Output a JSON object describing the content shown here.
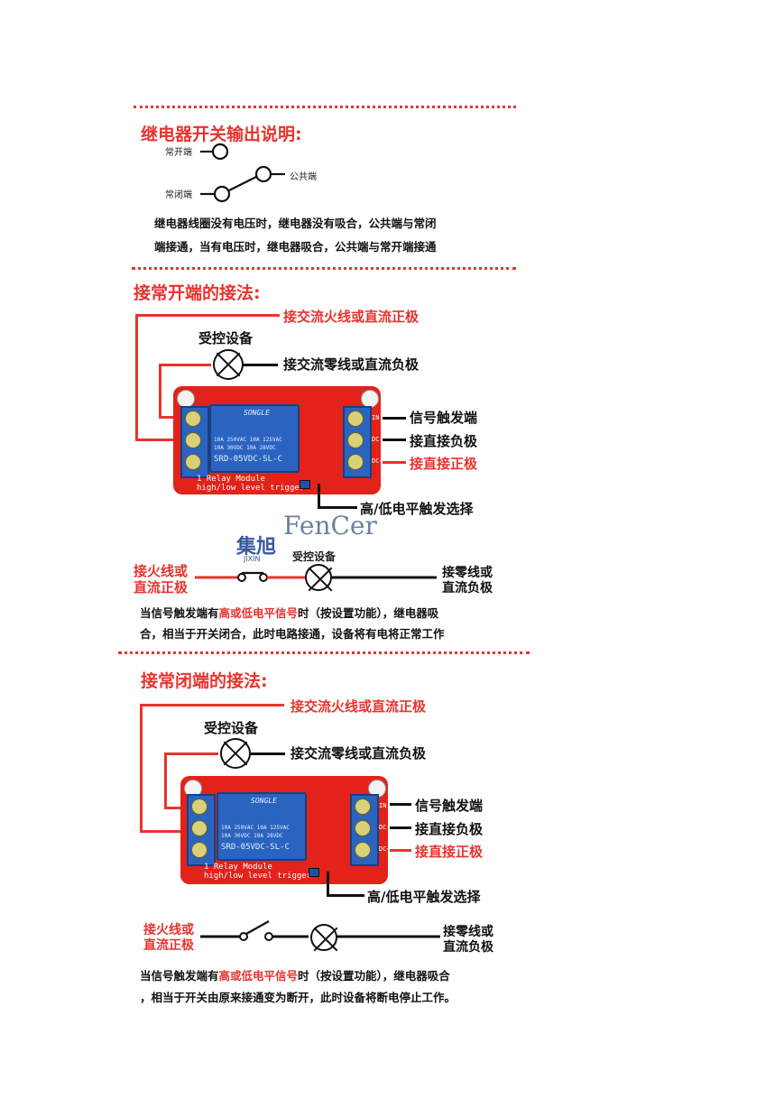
{
  "section1": {
    "title": "继电器开关输出说明:",
    "no_label": "常开端",
    "nc_label": "常闭端",
    "com_label": "公共端",
    "para_line1": "继电器线圈没有电压时，继电器没有吸合，公共端与常闭",
    "para_line2": "端接通，当有电压时，继电器吸合，公共端与常开端接通"
  },
  "section2": {
    "title": "接常开端的接法:",
    "wire_live": "接交流火线或直流正极",
    "device": "受控设备",
    "wire_neutral": "接交流零线或直流负极",
    "signal": "信号触发端",
    "negative": "接直接负极",
    "positive": "接直接正极",
    "jumper": "高/低电平触发选择",
    "circuit_device": "受控设备",
    "left_line1": "接火线或",
    "left_line2": "直流正极",
    "right_line1": "接零线或",
    "right_line2": "直流负极",
    "para_pre": "当信号触发端有",
    "para_hl": "高或低电平信号",
    "para_post": "时（按设置功能），继电器吸",
    "para_line2": "合，相当于开关闭合，此时电路接通，设备将有电将正常工作"
  },
  "section3": {
    "title": "接常闭端的接法:",
    "wire_live": "接交流火线或直流正极",
    "device": "受控设备",
    "wire_neutral": "接交流零线或直流负极",
    "signal": "信号触发端",
    "negative": "接直接负极",
    "positive": "接直接正极",
    "jumper": "高/低电平触发选择",
    "left_line1": "接火线或",
    "left_line2": "直流正极",
    "right_line1": "接零线或",
    "right_line2": "直流负极",
    "para_pre": "当信号触发端有",
    "para_hl": "高或低电平信号",
    "para_post": "时（按设置功能），继电器吸合",
    "para_line2": "，相当于开关由原来接通变为断开，此时设备将断电停止工作。"
  },
  "board": {
    "relay_brand": "SONGLE",
    "relay_spec1": "10A 250VAC  10A 125VAC",
    "relay_spec2": "10A  30VDC  10A  28VDC",
    "relay_model": "SRD-05VDC-SL-C",
    "silk1": "1 Relay  Module",
    "silk2": "high/low level trigger",
    "pin_in": "IN",
    "pin_gnd": "DC-",
    "pin_vcc": "DC+"
  },
  "watermark": {
    "logo_cn": "集旭",
    "logo_en": "JIXIN",
    "brand": "FenCer"
  },
  "colors": {
    "accent_red": "#e8332e",
    "board_red": "#e32219",
    "relay_blue": "#2a64c0"
  }
}
